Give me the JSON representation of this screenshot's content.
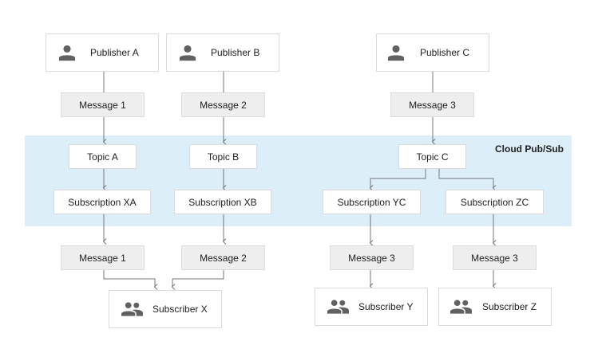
{
  "colors": {
    "band": "#dceff9",
    "box_border": "#dadada",
    "message_fill": "#eeeeee",
    "wire": "#757575",
    "icon": "#616161"
  },
  "band_label": "Cloud Pub/Sub",
  "publishers": [
    {
      "label": "Publisher A",
      "icon": "person-icon"
    },
    {
      "label": "Publisher B",
      "icon": "person-icon"
    },
    {
      "label": "Publisher C",
      "icon": "person-icon"
    }
  ],
  "messages_in": [
    "Message 1",
    "Message 2",
    "Message 3"
  ],
  "topics": [
    "Topic A",
    "Topic B",
    "Topic C"
  ],
  "subscriptions": [
    "Subscription XA",
    "Subscription XB",
    "Subscription YC",
    "Subscription ZC"
  ],
  "messages_out": [
    "Message 1",
    "Message 2",
    "Message 3",
    "Message 3"
  ],
  "subscribers": [
    {
      "label": "Subscriber X",
      "icon": "group-icon"
    },
    {
      "label": "Subscriber Y",
      "icon": "group-icon"
    },
    {
      "label": "Subscriber Z",
      "icon": "group-icon"
    }
  ]
}
